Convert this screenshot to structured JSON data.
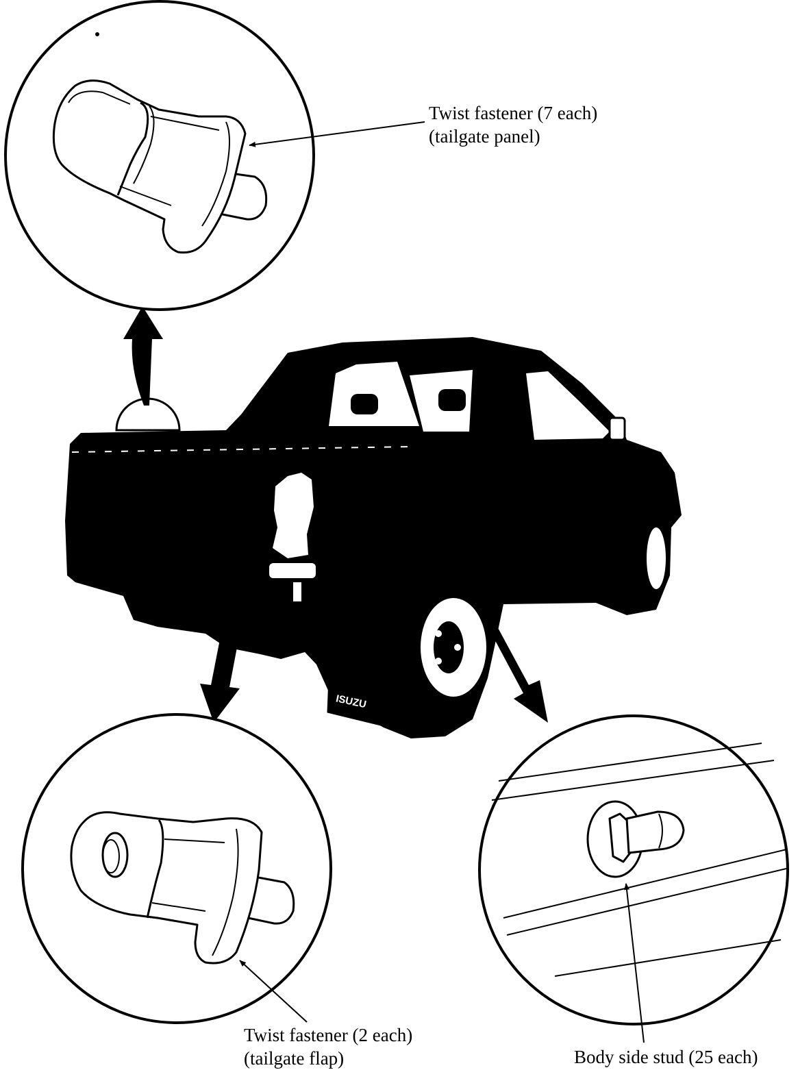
{
  "callouts": {
    "tailgate_panel": {
      "line1": "Twist fastener (7 each)",
      "line2": "(tailgate panel)"
    },
    "tailgate_flap": {
      "line1": "Twist fastener (2 each)",
      "line2": "(tailgate flap)"
    },
    "body_side": {
      "line1": "Body side stud (25 each)"
    }
  },
  "truck": {
    "mudflap_text": "ISUZU"
  },
  "colors": {
    "ink": "#000000",
    "paper": "#ffffff"
  }
}
